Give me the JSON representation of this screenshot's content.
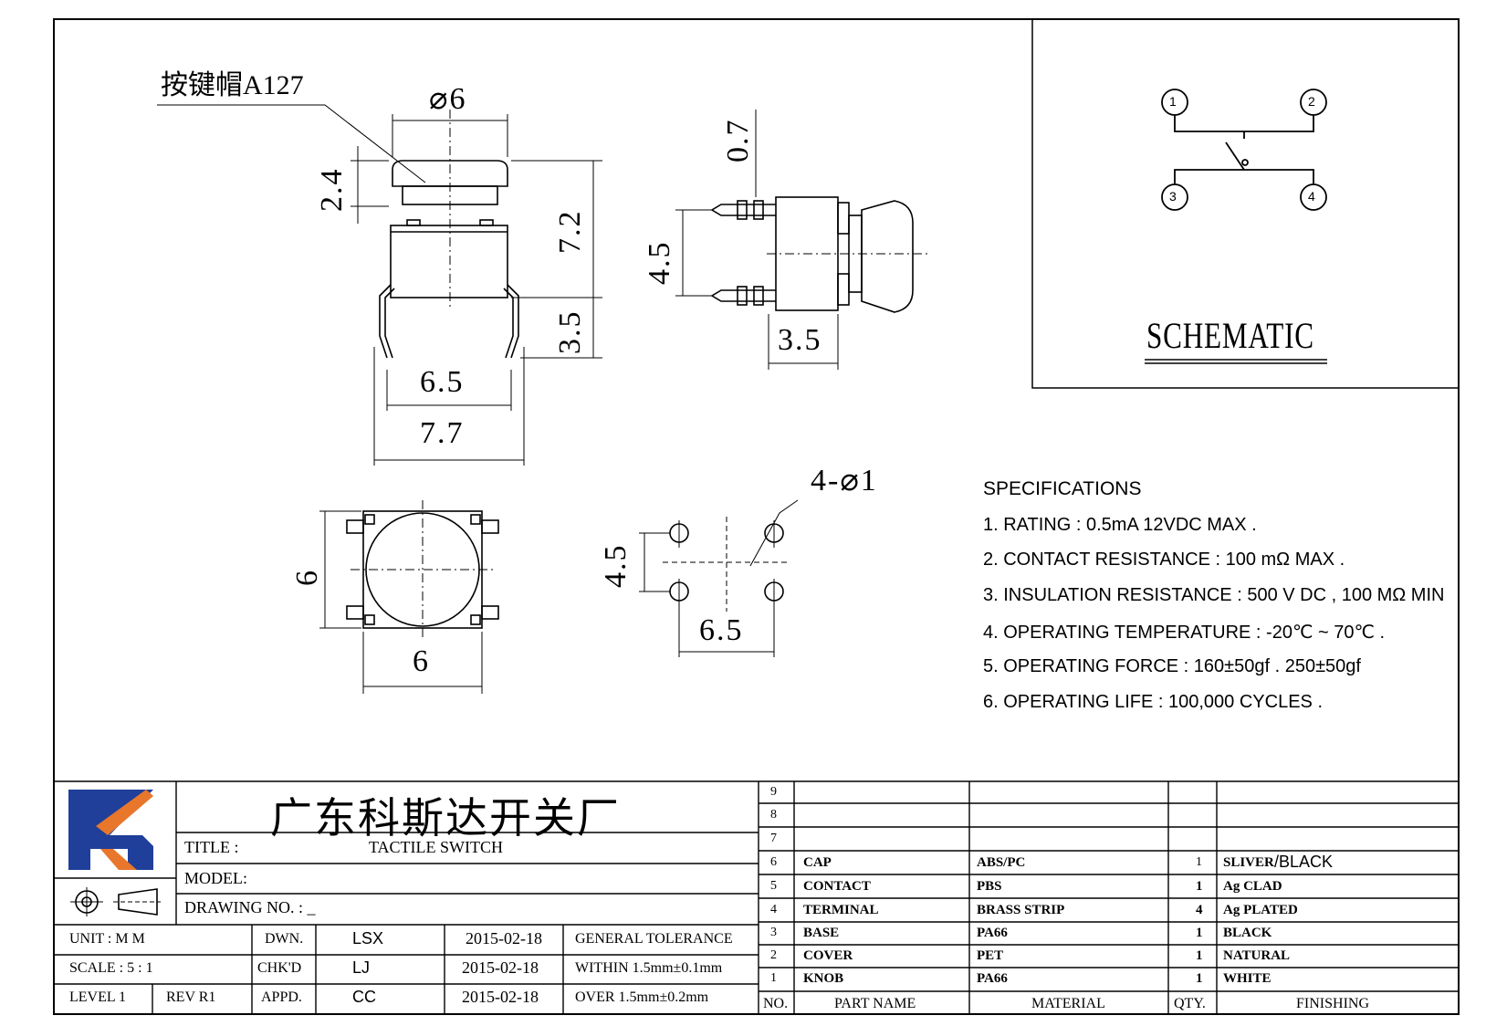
{
  "drawing": {
    "callout_label": "按键帽A127",
    "dims": {
      "cap_diameter": "⌀6",
      "cap_height": "2.4",
      "body_height": "7.2",
      "pin_length": "3.5",
      "pin_pitch": "6.5",
      "overall_width": "7.7",
      "side_top": "0.7",
      "side_pitch": "4.5",
      "side_depth": "3.5",
      "top_height": "6",
      "top_width": "6",
      "hole_label": "4-⌀1",
      "hole_v_pitch": "4.5",
      "hole_h_pitch": "6.5"
    }
  },
  "schematic": {
    "title": "SCHEMATIC",
    "pins": [
      "1",
      "2",
      "3",
      "4"
    ]
  },
  "specifications": {
    "heading": "SPECIFICATIONS",
    "items": [
      "1. RATING : 0.5mA 12VDC MAX .",
      "2. CONTACT RESISTANCE : 100 mΩ MAX .",
      "3. INSULATION RESISTANCE : 500 V DC , 100 MΩ MIN",
      "4. OPERATING TEMPERATURE : -20℃ ~ 70℃ .",
      "5. OPERATING FORCE : 160±50gf . 250±50gf",
      "6. OPERATING LIFE : 100,000 CYCLES ."
    ]
  },
  "title_block": {
    "company": "广东科斯达开关厂",
    "title_label": "TITLE :",
    "title_value": "TACTILE SWITCH",
    "model_label": "MODEL:",
    "drawing_no_label": "DRAWING NO. : _",
    "rows": [
      {
        "left": "UNIT   :   M M",
        "role": "DWN.",
        "person": "LSX",
        "date": "2015-02-18",
        "note": "GENERAL TOLERANCE"
      },
      {
        "left": "SCALE  :  5 : 1",
        "role": "CHK'D",
        "person": "LJ",
        "date": "2015-02-18",
        "note": "WITHIN 1.5mm±0.1mm"
      },
      {
        "left_a": "LEVEL 1",
        "left_b": "REV  R1",
        "role": "APPD.",
        "person": "CC",
        "date": "2015-02-18",
        "note": "OVER   1.5mm±0.2mm"
      }
    ],
    "bom": [
      {
        "no": "9",
        "part": "",
        "material": "",
        "qty": "",
        "finish": ""
      },
      {
        "no": "8",
        "part": "",
        "material": "",
        "qty": "",
        "finish": ""
      },
      {
        "no": "7",
        "part": "",
        "material": "",
        "qty": "",
        "finish": ""
      },
      {
        "no": "6",
        "part": "CAP",
        "material": "ABS/PC",
        "qty": "1",
        "finish_a": "SLIVER",
        "finish_b": "/BLACK"
      },
      {
        "no": "5",
        "part": "CONTACT",
        "material": "PBS",
        "qty": "1",
        "finish": "Ag CLAD"
      },
      {
        "no": "4",
        "part": "TERMINAL",
        "material": "BRASS STRIP",
        "qty": "4",
        "finish": "Ag PLATED"
      },
      {
        "no": "3",
        "part": "BASE",
        "material": "PA66",
        "qty": "1",
        "finish": "BLACK"
      },
      {
        "no": "2",
        "part": "COVER",
        "material": "PET",
        "qty": "1",
        "finish": "NATURAL"
      },
      {
        "no": "1",
        "part": "KNOB",
        "material": "PA66",
        "qty": "1",
        "finish": "WHITE"
      }
    ],
    "bom_header": {
      "no": "NO.",
      "part": "PART  NAME",
      "material": "MATERIAL",
      "qty": "QTY.",
      "finish": "FINISHING"
    }
  },
  "colors": {
    "logo_blue": "#1f3f9a",
    "logo_orange": "#e8762b",
    "ink": "#000000"
  }
}
